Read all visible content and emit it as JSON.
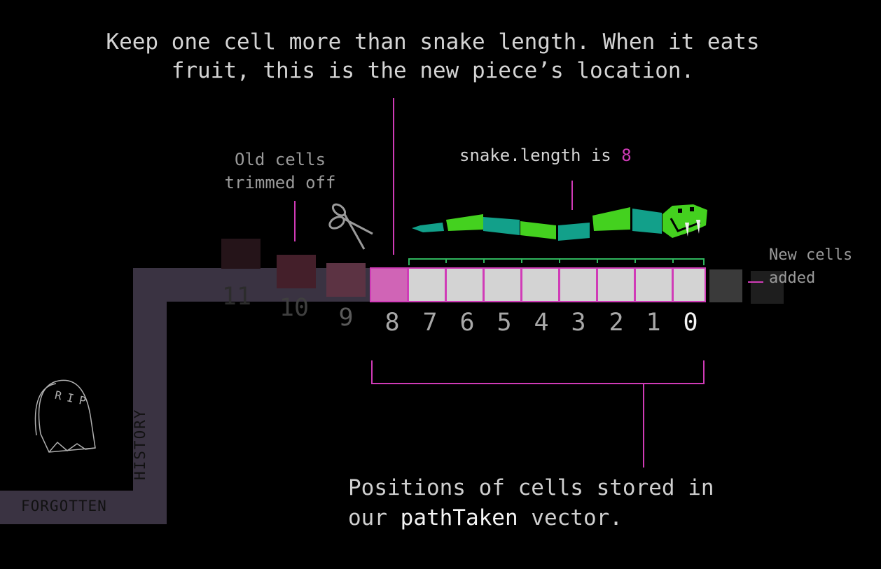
{
  "notes": {
    "top": "Keep one cell more than snake length. When it eats\nfruit, this is the new piece’s location.",
    "old_cells": "Old cells\ntrimmed off",
    "length_prefix": "snake.length is ",
    "length_value": "8",
    "new_cells": "New cells\nadded",
    "bottom_line1": "Positions of cells stored in",
    "bottom_line2_a": "our ",
    "bottom_line2_code": "pathTaken",
    "bottom_line2_b": " vector."
  },
  "path_labels": {
    "forgotten": "FORGOTTEN",
    "history": "HISTORY",
    "rip": "RIP"
  },
  "cells": {
    "indices": [
      "11",
      "10",
      "9",
      "8",
      "7",
      "6",
      "5",
      "4",
      "3",
      "2",
      "1",
      "0"
    ]
  },
  "colors": {
    "background": "#000000",
    "accent_pink": "#d03bb7",
    "cell_fill": "#d3d3d3",
    "spare_cell": "#d064b6",
    "path": "#3a3342",
    "snake_light": "#44d11f",
    "snake_dark": "#12a08a",
    "bracket_green": "#2fb55d"
  }
}
